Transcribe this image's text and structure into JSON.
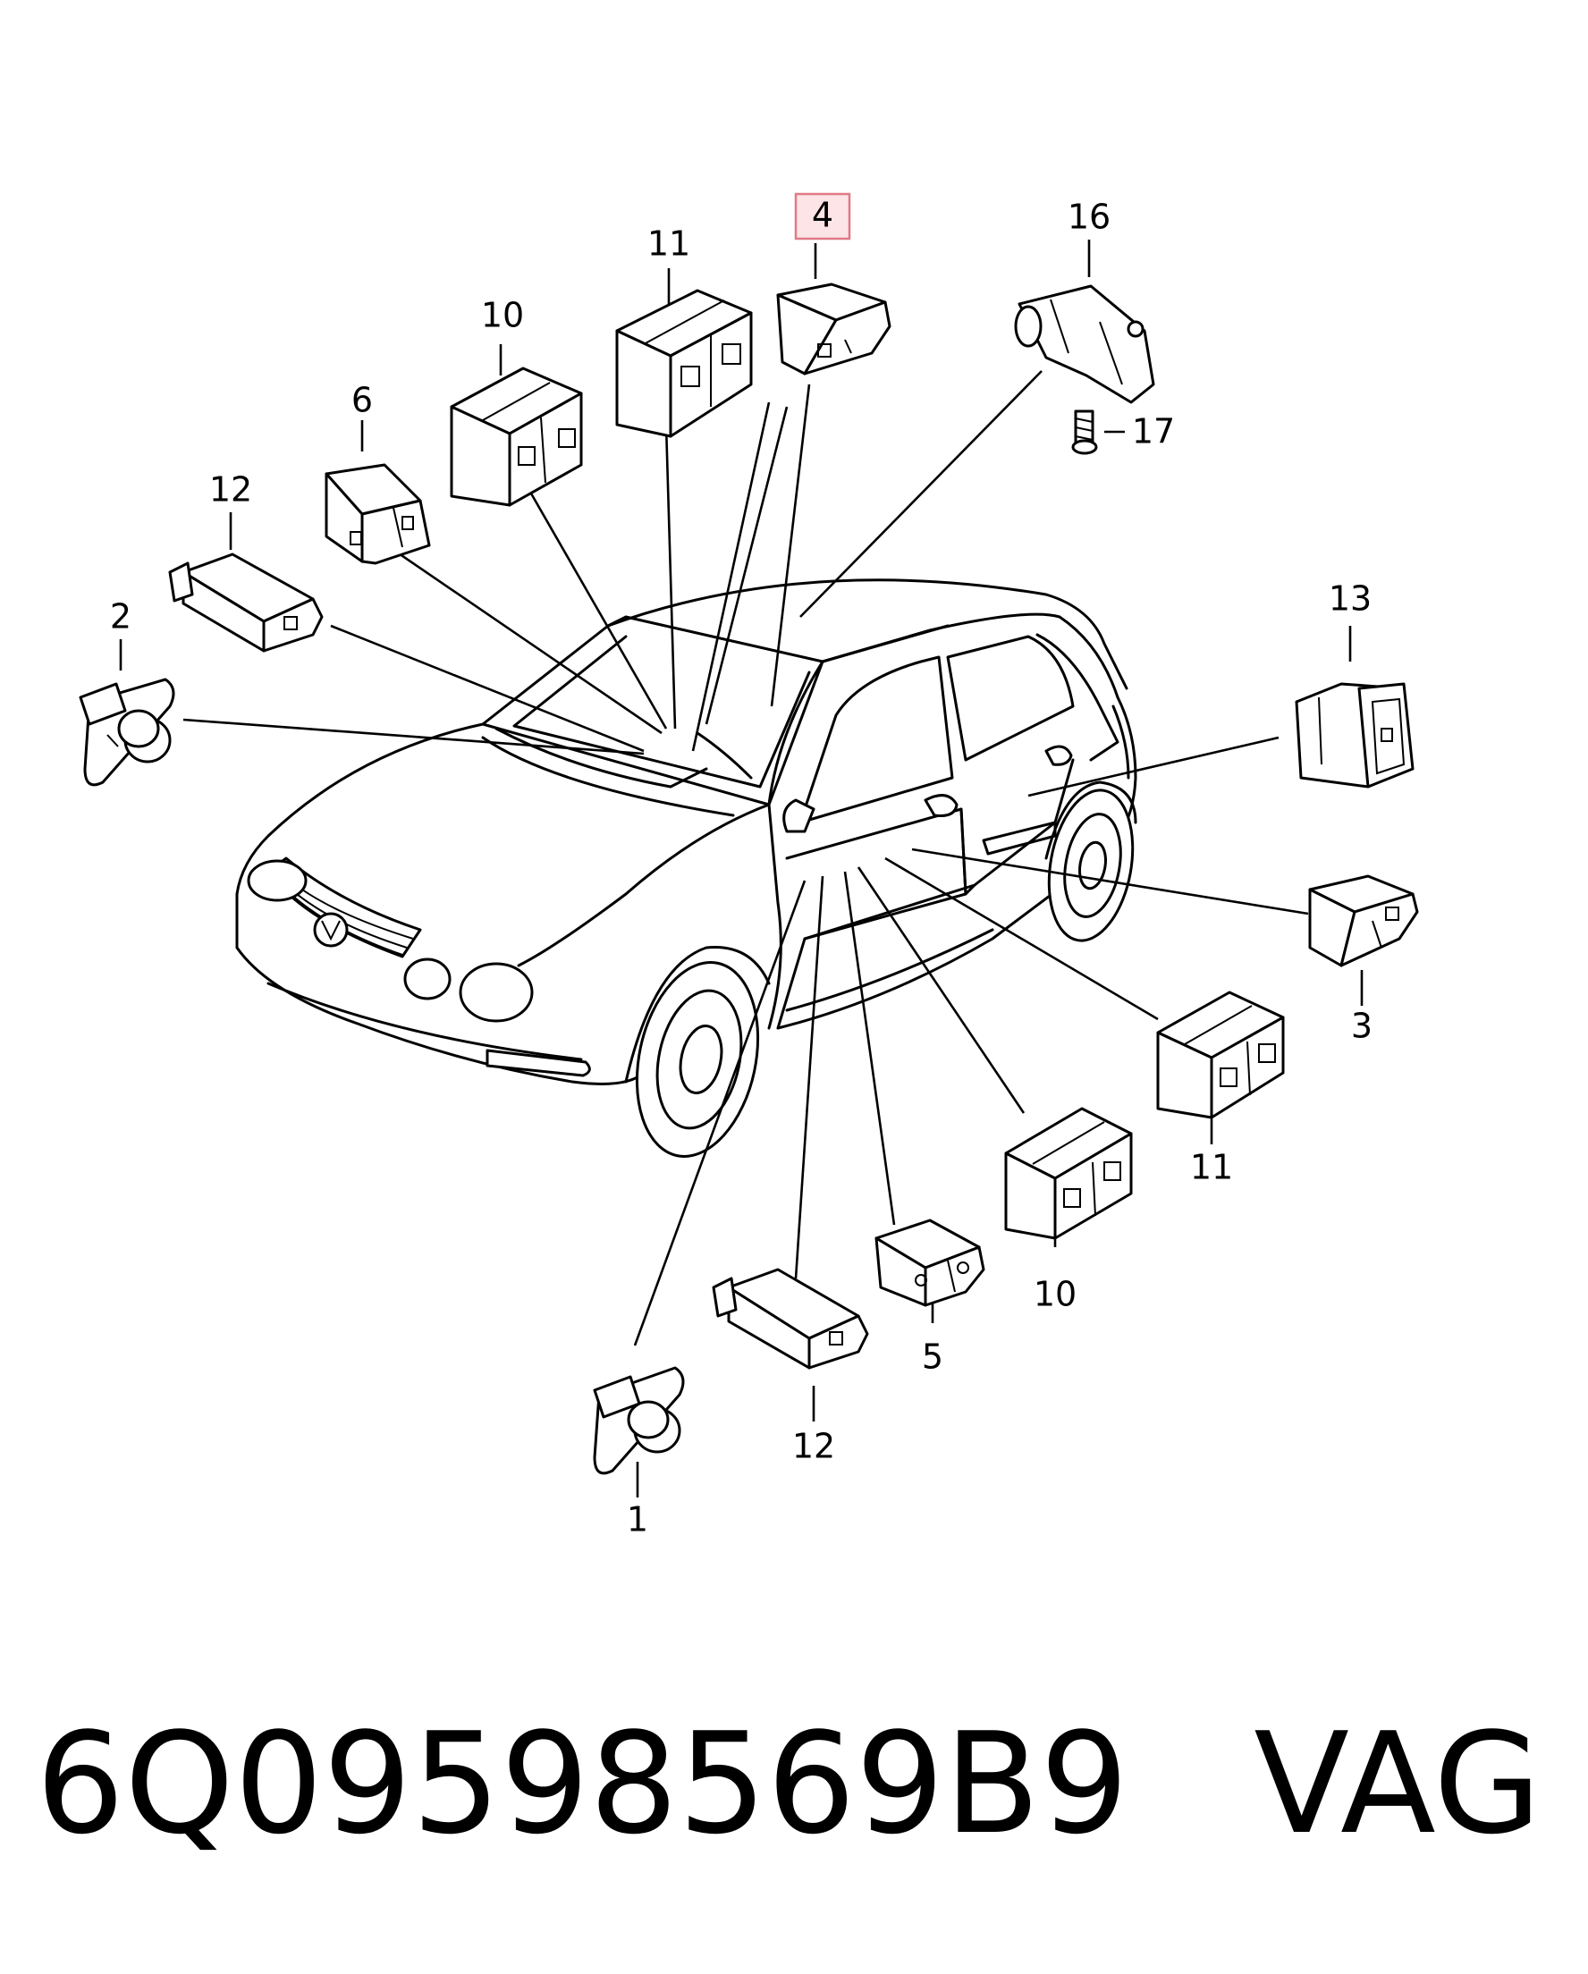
{
  "callouts": {
    "c1": "1",
    "c2": "2",
    "c3": "3",
    "c4": "4",
    "c5": "5",
    "c6": "6",
    "c10a": "10",
    "c10b": "10",
    "c11a": "11",
    "c11b": "11",
    "c12a": "12",
    "c12b": "12",
    "c13": "13",
    "c16": "16",
    "c17": "17"
  },
  "caption": {
    "part_number": "6Q09598569B9",
    "brand": "VAG"
  },
  "colors": {
    "highlight_fill": "#fde4e6",
    "highlight_stroke": "#e07a86",
    "ink": "#000000"
  }
}
